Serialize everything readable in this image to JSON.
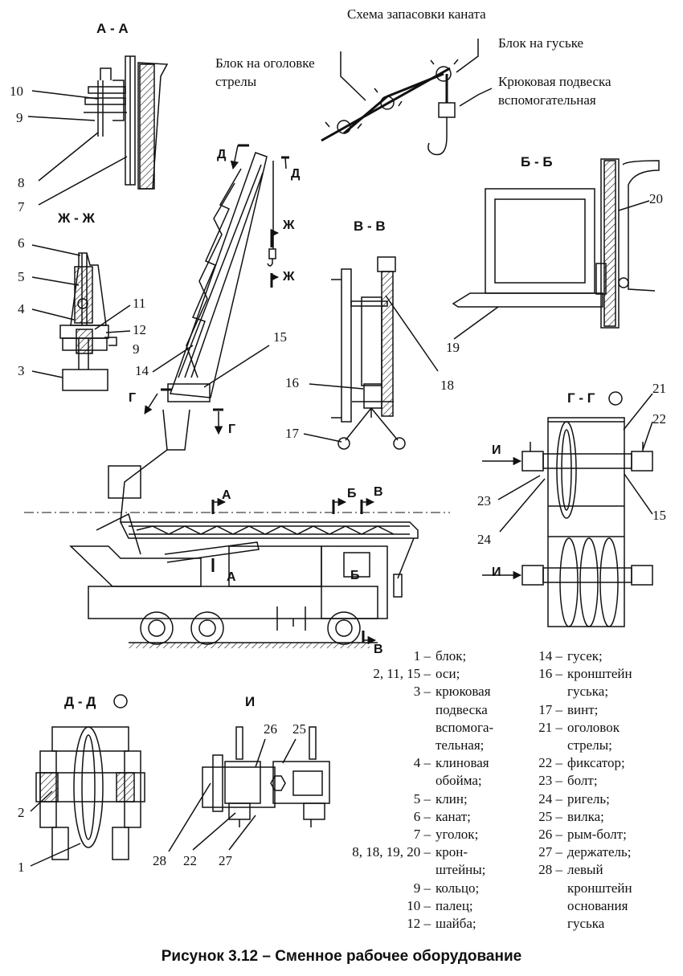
{
  "caption": "Рисунок 3.12 – Сменное рабочее оборудование",
  "rope_scheme": {
    "title": "Схема запасовки каната",
    "block_on_jib": "Блок на гуське",
    "block_on_boom_head_1": "Блок на оголовке",
    "block_on_boom_head_2": "стрелы",
    "aux_hook_1": "Крюковая подвеска",
    "aux_hook_2": "вспомогательная"
  },
  "sections": {
    "aa": "А - А",
    "zhzh": "Ж - Ж",
    "vv": "В - В",
    "bb": "Б - Б",
    "gg": "Г - Г",
    "dd": "Д - Д",
    "i": "И"
  },
  "cut_marks": {
    "d": "Д",
    "zh": "Ж",
    "g": "Г",
    "a": "А",
    "b": "Б",
    "v": "В",
    "i": "И"
  },
  "callouts": {
    "n1": "1",
    "n2": "2",
    "n3": "3",
    "n4": "4",
    "n5": "5",
    "n6": "6",
    "n7": "7",
    "n8": "8",
    "n9": "9",
    "n10": "10",
    "n11": "11",
    "n12": "12",
    "n14": "14",
    "n15": "15",
    "n16": "16",
    "n17": "17",
    "n18": "18",
    "n19": "19",
    "n20": "20",
    "n21": "21",
    "n22": "22",
    "n23": "23",
    "n24": "24",
    "n25": "25",
    "n26": "26",
    "n27": "27",
    "n28": "28"
  },
  "legend_left": [
    {
      "num": "1 –",
      "text": "блок;"
    },
    {
      "num": "2, 11, 15 –",
      "text": "оси;"
    },
    {
      "num": "3 –",
      "text": "крюковая"
    },
    {
      "num": "",
      "text": "подвеска"
    },
    {
      "num": "",
      "text": "вспомога-"
    },
    {
      "num": "",
      "text": "тельная;"
    },
    {
      "num": "4 –",
      "text": "клиновая"
    },
    {
      "num": "",
      "text": "обойма;"
    },
    {
      "num": "5 –",
      "text": "клин;"
    },
    {
      "num": "6 –",
      "text": "канат;"
    },
    {
      "num": "7 –",
      "text": "уголок;"
    },
    {
      "num": "8, 18, 19, 20 –",
      "text": "крон-"
    },
    {
      "num": "",
      "text": "штейны;"
    },
    {
      "num": "9 –",
      "text": "кольцо;"
    },
    {
      "num": "10 –",
      "text": "палец;"
    },
    {
      "num": "12 –",
      "text": "шайба;"
    }
  ],
  "legend_right": [
    {
      "num": "14 –",
      "text": "гусек;"
    },
    {
      "num": "16 –",
      "text": "кронштейн"
    },
    {
      "num": "",
      "text": "гуська;"
    },
    {
      "num": "17 –",
      "text": "винт;"
    },
    {
      "num": "21 –",
      "text": "оголовок"
    },
    {
      "num": "",
      "text": "стрелы;"
    },
    {
      "num": "22 –",
      "text": "фиксатор;"
    },
    {
      "num": "23 –",
      "text": "болт;"
    },
    {
      "num": "24 –",
      "text": "ригель;"
    },
    {
      "num": "25 –",
      "text": "вилка;"
    },
    {
      "num": "26 –",
      "text": "рым-болт;"
    },
    {
      "num": "27 –",
      "text": "держатель;"
    },
    {
      "num": "28 –",
      "text": "левый"
    },
    {
      "num": "",
      "text": "кронштейн"
    },
    {
      "num": "",
      "text": "основания"
    },
    {
      "num": "",
      "text": "гуська"
    }
  ]
}
